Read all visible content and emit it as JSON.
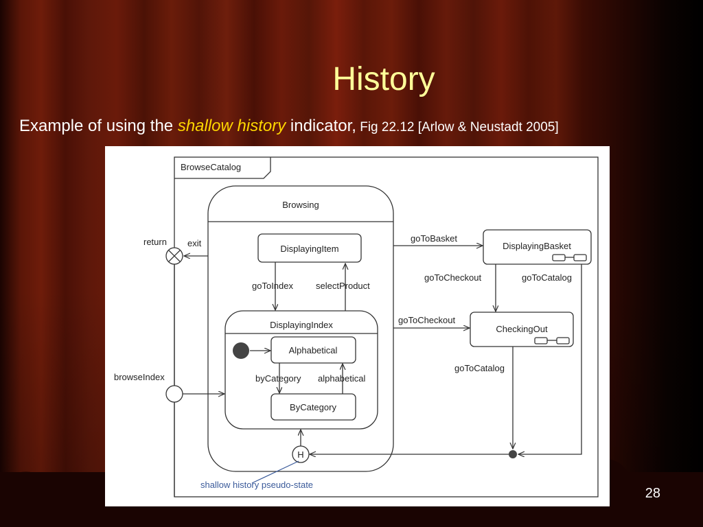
{
  "slide": {
    "title": "History",
    "subtitle": {
      "prefix": "Example of using the ",
      "emphasis": "shallow history",
      "suffix": " indicator,",
      "citation": " Fig 22.12 [Arlow & Neustadt 2005]"
    },
    "page_number": "28"
  },
  "diagram": {
    "frame_label": "BrowseCatalog",
    "composite_state": "Browsing",
    "nested_composite": "DisplayingIndex",
    "states": {
      "displaying_item": "DisplayingItem",
      "alphabetical": "Alphabetical",
      "by_category": "ByCategory",
      "displaying_basket": "DisplayingBasket",
      "checking_out": "CheckingOut"
    },
    "transitions": {
      "go_to_index": "goToIndex",
      "select_product": "selectProduct",
      "by_category": "byCategory",
      "alphabetical": "alphabetical",
      "go_to_basket": "goToBasket",
      "go_to_checkout_from_basket": "goToCheckout",
      "go_to_catalog_from_basket": "goToCatalog",
      "go_to_checkout": "goToCheckout",
      "go_to_catalog": "goToCatalog"
    },
    "exit_point": {
      "label_return": "return",
      "label_exit": "exit"
    },
    "entry_point": {
      "label": "browseIndex"
    },
    "history_symbol": "H",
    "history_annotation": "shallow history pseudo-state"
  },
  "colors": {
    "title": "#ffff99",
    "emphasis": "#ffd700",
    "annotation": "#3a5a9a"
  }
}
